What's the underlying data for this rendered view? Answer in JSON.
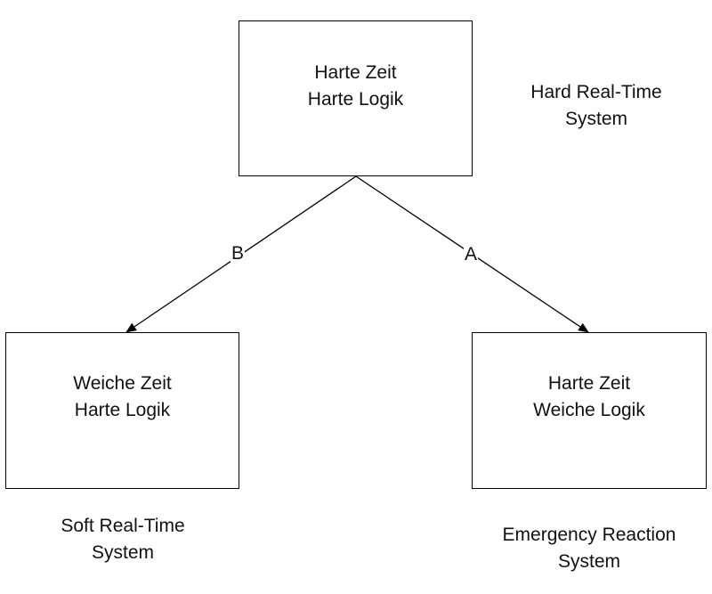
{
  "boxes": {
    "top": {
      "line1": "Harte Zeit",
      "line2": "Harte Logik"
    },
    "left": {
      "line1": "Weiche Zeit",
      "line2": "Harte Logik"
    },
    "right": {
      "line1": "Harte Zeit",
      "line2": "Weiche Logik"
    }
  },
  "captions": {
    "hard": {
      "line1": "Hard Real-Time",
      "line2": "System"
    },
    "soft": {
      "line1": "Soft Real-Time",
      "line2": "System"
    },
    "emergency": {
      "line1": "Emergency Reaction",
      "line2": "System"
    }
  },
  "edges": {
    "left_label": "B",
    "right_label": "A"
  },
  "colors": {
    "stroke": "#000000",
    "background": "#ffffff"
  }
}
